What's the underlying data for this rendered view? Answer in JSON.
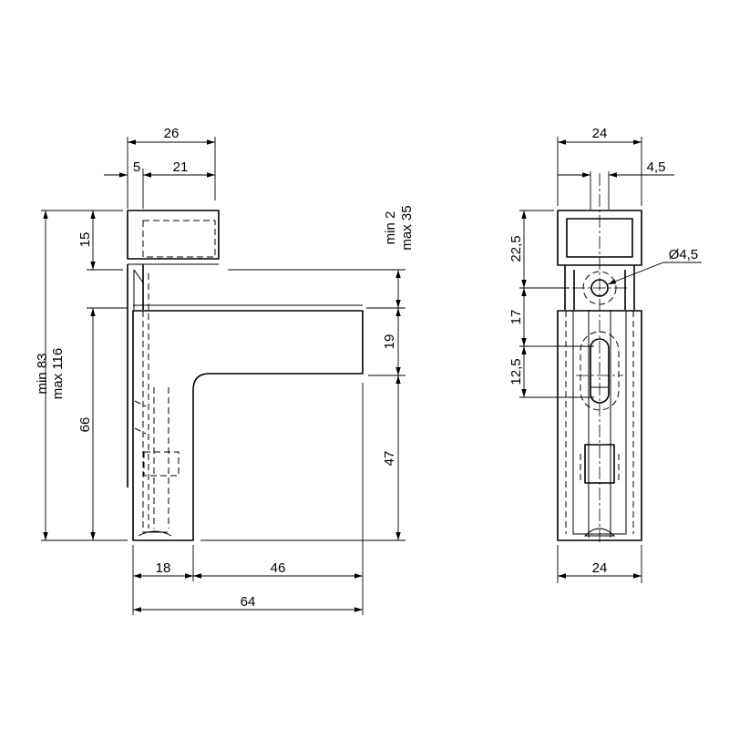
{
  "side_view": {
    "dim_width_total": "26",
    "dim_width_lip": "5",
    "dim_width_rest": "21",
    "dim_top_height": "15",
    "dim_range_left_min": "min 83",
    "dim_range_left_max": "max 116",
    "dim_body_height": "66",
    "dim_gap_min": "min 2",
    "dim_gap_max": "max 35",
    "dim_arm_height": "19",
    "dim_lower_height": "47",
    "dim_bottom_18": "18",
    "dim_bottom_46": "46",
    "dim_bottom_64": "64"
  },
  "front_view": {
    "dim_width_top": "24",
    "dim_slot_offset": "4,5",
    "dim_hole_dia": "Ø4,5",
    "dim_22_5": "22,5",
    "dim_17": "17",
    "dim_12_5": "12,5",
    "dim_width_bottom": "24"
  }
}
